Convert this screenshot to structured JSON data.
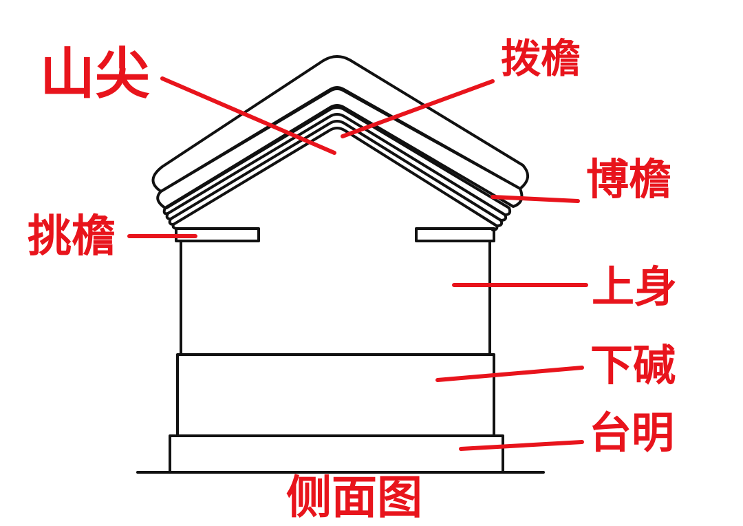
{
  "colors": {
    "label": "#e8141c",
    "ink": "#111111",
    "background": "#ffffff"
  },
  "labels": {
    "shanjian": "山尖",
    "bayan": "拨檐",
    "boyan": "博檐",
    "tiaoyan": "挑檐",
    "shangshen": "上身",
    "xiajian": "下碱",
    "taiming": "台明",
    "caption": "侧面图"
  }
}
